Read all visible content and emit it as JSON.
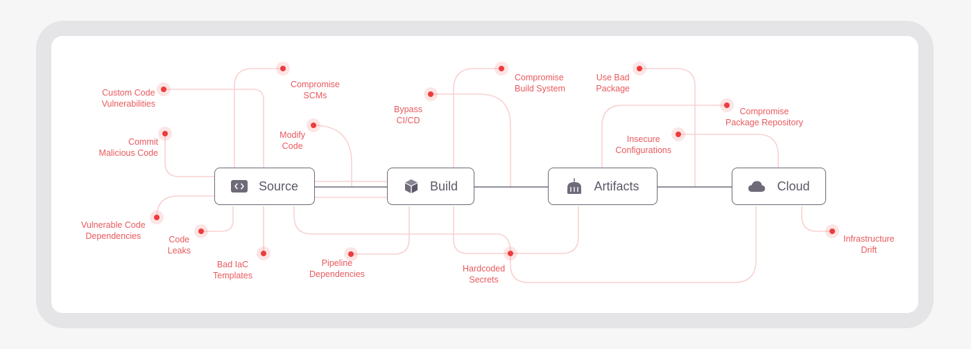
{
  "colors": {
    "stage_border": "#6e6a78",
    "stage_text": "#5c5868",
    "threat_line": "#f8d2d2",
    "threat_dot": "#ee3b3b",
    "threat_text": "#e8595d",
    "pipeline_line": "#6e6a78"
  },
  "stages": [
    {
      "id": "source",
      "label": "Source",
      "icon": "code-icon"
    },
    {
      "id": "build",
      "label": "Build",
      "icon": "box-icon"
    },
    {
      "id": "artifacts",
      "label": "Artifacts",
      "icon": "package-icon"
    },
    {
      "id": "cloud",
      "label": "Cloud",
      "icon": "cloud-icon"
    }
  ],
  "threats": [
    {
      "id": "custom-code-vulnerabilities",
      "lines": [
        "Custom Code",
        "Vulnerabilities"
      ]
    },
    {
      "id": "commit-malicious-code",
      "lines": [
        "Commit",
        "Malicious Code"
      ]
    },
    {
      "id": "compromise-scms",
      "lines": [
        "Compromise",
        "SCMs"
      ]
    },
    {
      "id": "modify-code",
      "lines": [
        "Modify",
        "Code"
      ]
    },
    {
      "id": "vulnerable-code-dependencies",
      "lines": [
        "Vulnerable Code",
        "Dependencies"
      ]
    },
    {
      "id": "code-leaks",
      "lines": [
        "Code",
        "Leaks"
      ]
    },
    {
      "id": "bad-iac-templates",
      "lines": [
        "Bad IaC",
        "Templates"
      ]
    },
    {
      "id": "bypass-ci-cd",
      "lines": [
        "Bypass",
        "CI/CD"
      ]
    },
    {
      "id": "compromise-build-system",
      "lines": [
        "Compromise",
        "Build System"
      ]
    },
    {
      "id": "pipeline-dependencies",
      "lines": [
        "Pipeline",
        "Dependencies"
      ]
    },
    {
      "id": "hardcoded-secrets",
      "lines": [
        "Hardcoded",
        "Secrets"
      ]
    },
    {
      "id": "use-bad-package",
      "lines": [
        "Use Bad",
        "Package"
      ]
    },
    {
      "id": "compromise-package-repository",
      "lines": [
        "Compromise",
        "Package Repository"
      ]
    },
    {
      "id": "insecure-configurations",
      "lines": [
        "Insecure",
        "Configurations"
      ]
    },
    {
      "id": "infrastructure-drift",
      "lines": [
        "Infrastructure",
        "Drift"
      ]
    }
  ]
}
